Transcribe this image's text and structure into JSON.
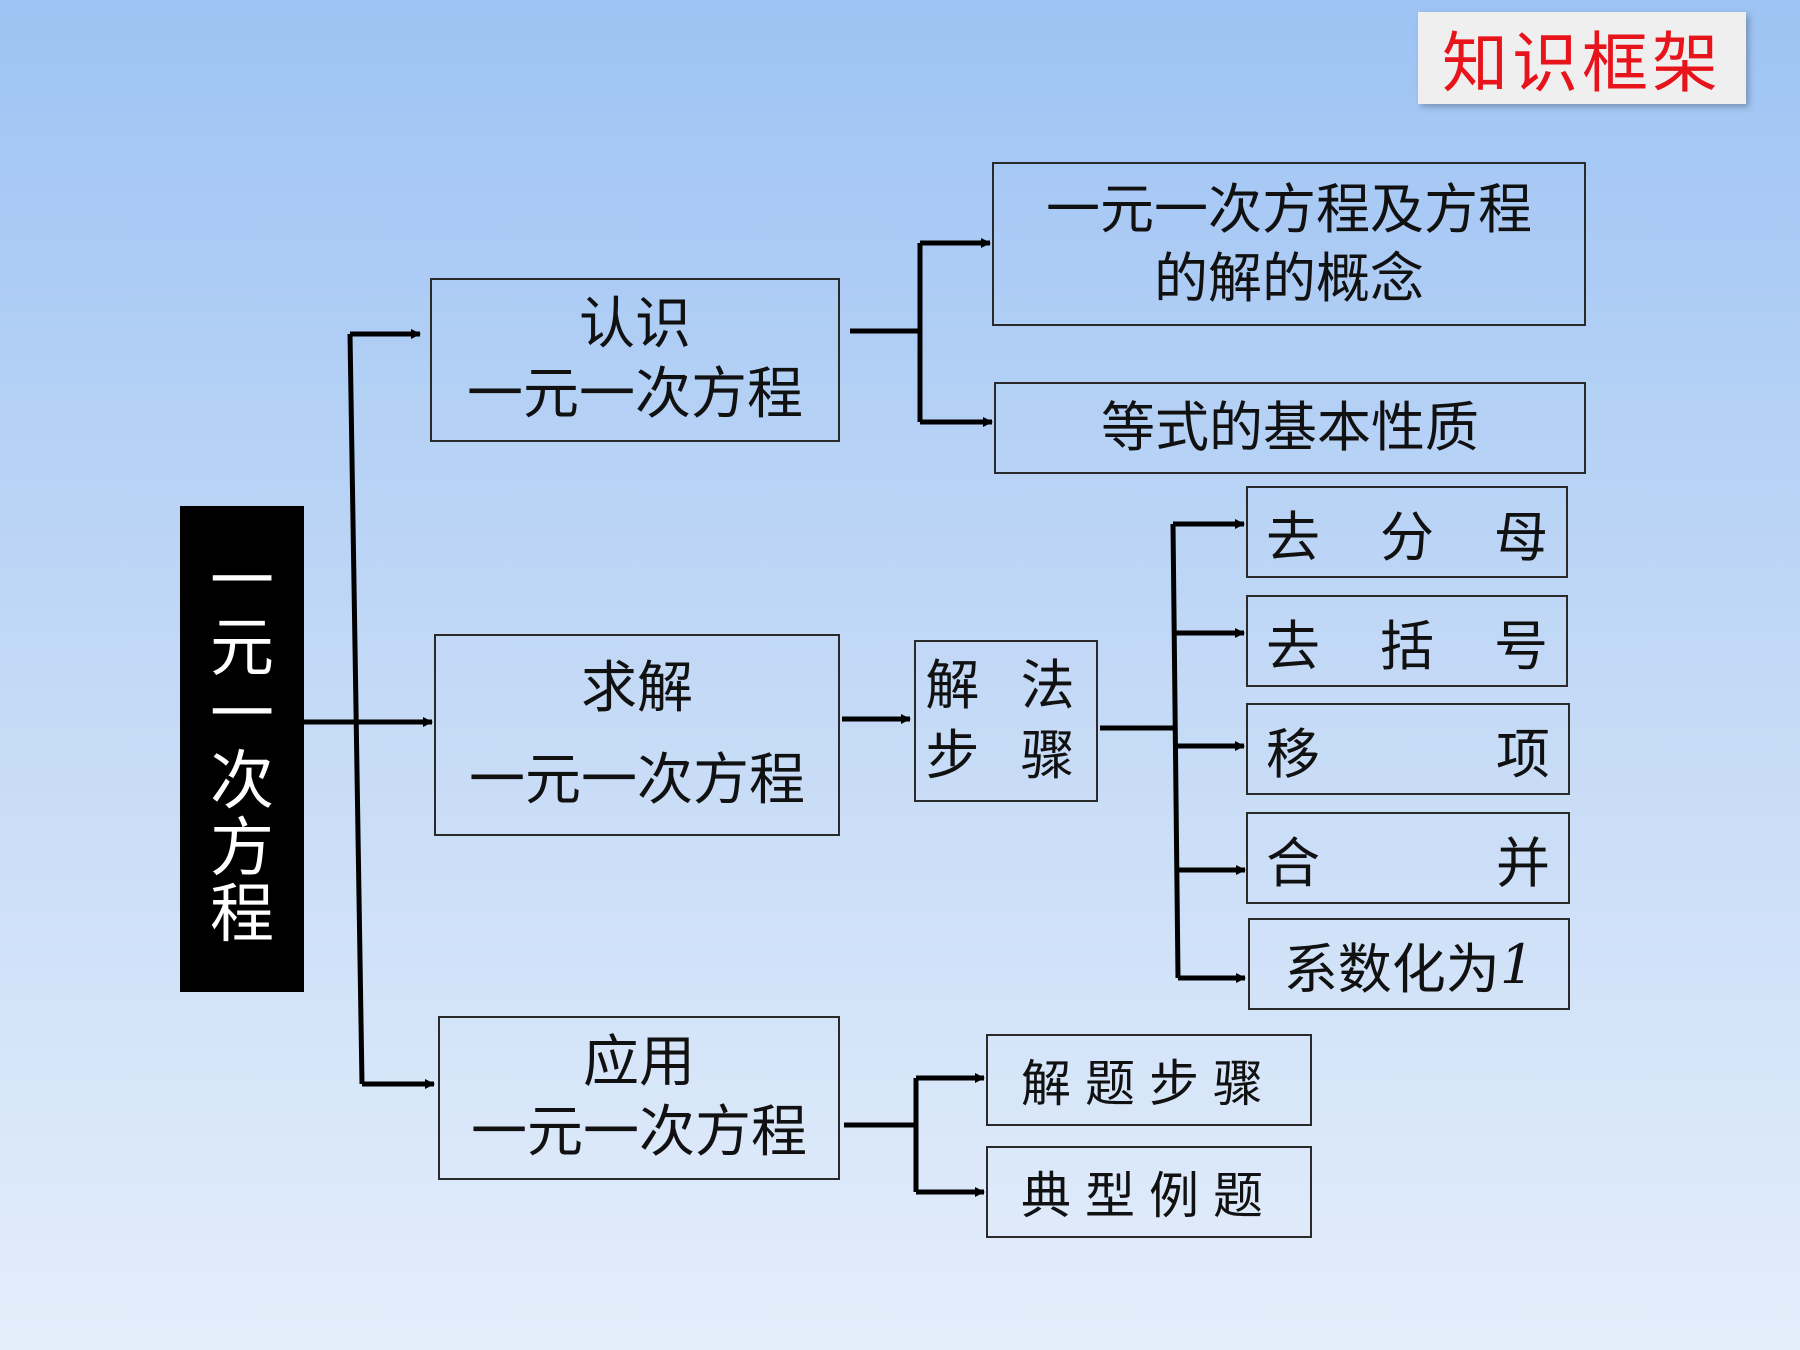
{
  "badge": "知识框架",
  "root": [
    "一",
    "元",
    "一",
    "次",
    "方",
    "程"
  ],
  "branches": {
    "recognize": [
      "认识",
      "一元一次方程"
    ],
    "solve": [
      "求解",
      "一元一次方程"
    ],
    "apply": [
      "应用",
      "一元一次方程"
    ]
  },
  "concepts": {
    "definition": [
      "一元一次方程及方程",
      "的解的概念"
    ],
    "properties": "等式的基本性质"
  },
  "method": [
    "解 法",
    "步 骤"
  ],
  "steps": [
    {
      "chars": [
        "去",
        "分",
        "母"
      ]
    },
    {
      "chars": [
        "去",
        "括",
        "号"
      ]
    },
    {
      "chars": [
        "移",
        "项"
      ]
    },
    {
      "chars": [
        "合",
        "并"
      ]
    },
    {
      "prefix": "系数化为",
      "suffix": "1"
    }
  ],
  "application": {
    "steps": "解题步骤",
    "examples": "典型例题"
  }
}
